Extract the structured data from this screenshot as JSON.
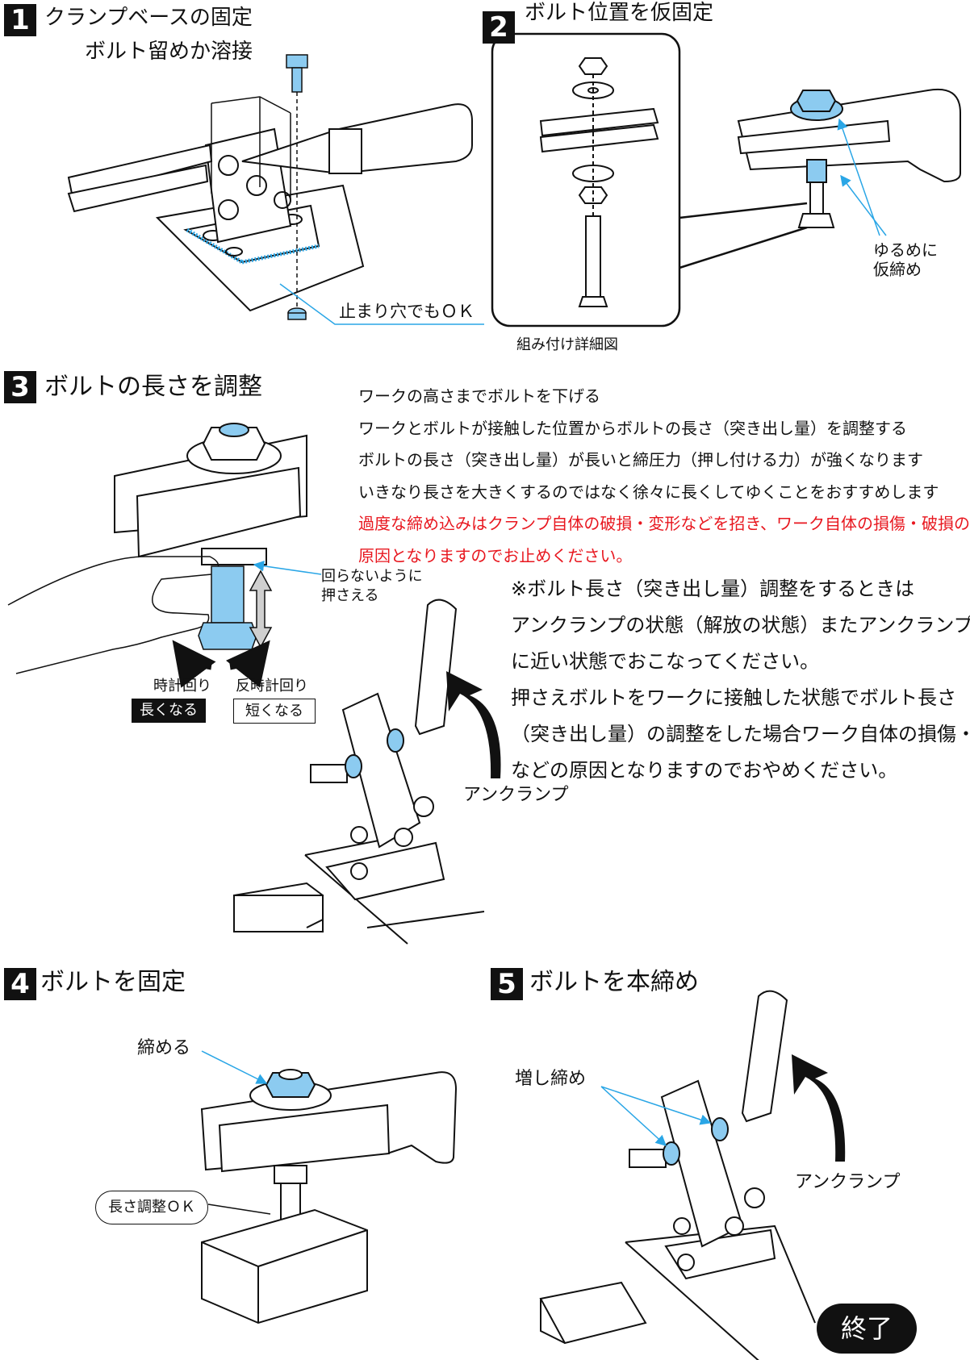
{
  "steps": [
    {
      "number": "1",
      "title": "クランプベースの固定",
      "subtitle": "ボルト留めか溶接"
    },
    {
      "number": "2",
      "title": "ボルト位置を仮固定"
    },
    {
      "number": "3",
      "title": "ボルトの長さを調整"
    },
    {
      "number": "4",
      "title": "ボルトを固定"
    },
    {
      "number": "5",
      "title": "ボルトを本締め"
    }
  ],
  "labels": {
    "hole_ok": "止まり穴でもＯＫ",
    "assembly_detail": "組み付け詳細図",
    "loose_1": "ゆるめに",
    "loose_2": "仮締め",
    "hold_1": "回らないように",
    "hold_2": "押さえる",
    "clockwise": "時計回り",
    "counterclockwise": "反時計回り",
    "longer": "長くなる",
    "shorter": "短くなる",
    "unclamp": "アンクランプ",
    "tighten": "締める",
    "length_ok": "長さ調整ＯＫ",
    "retighten": "増し締め",
    "end": "終了"
  },
  "instructions": {
    "lines": [
      "ワークの高さまでボルトを下げる",
      "ワークとボルトが接触した位置からボルトの長さ（突き出し量）を調整する",
      "ボルトの長さ（突き出し量）が長いと締圧力（押し付ける力）が強くなります",
      "いきなり長さを大きくするのではなく徐々に長くしてゆくことをおすすめします"
    ],
    "warnings": [
      "過度な締め込みはクランプ自体の破損・変形などを招き、ワーク自体の損傷・破損の",
      "原因となりますのでお止めください。"
    ]
  },
  "note": {
    "lines": [
      "※ボルト長さ（突き出し量）調整をするときは",
      "アンクランプの状態（解放の状態）またアンクランプ",
      "に近い状態でおこなってください。",
      "押さえボルトをワークに接触した状態でボルト長さ",
      "（突き出し量）の調整をした場合ワーク自体の損傷・破損",
      "などの原因となりますのでおやめください。"
    ]
  },
  "colors": {
    "ink": "#111111",
    "highlight_blue": "#8ccbf0",
    "leader_blue": "#2aa6e6",
    "warning_red": "#e8171f",
    "arrow_gray": "#cfcfcf"
  }
}
